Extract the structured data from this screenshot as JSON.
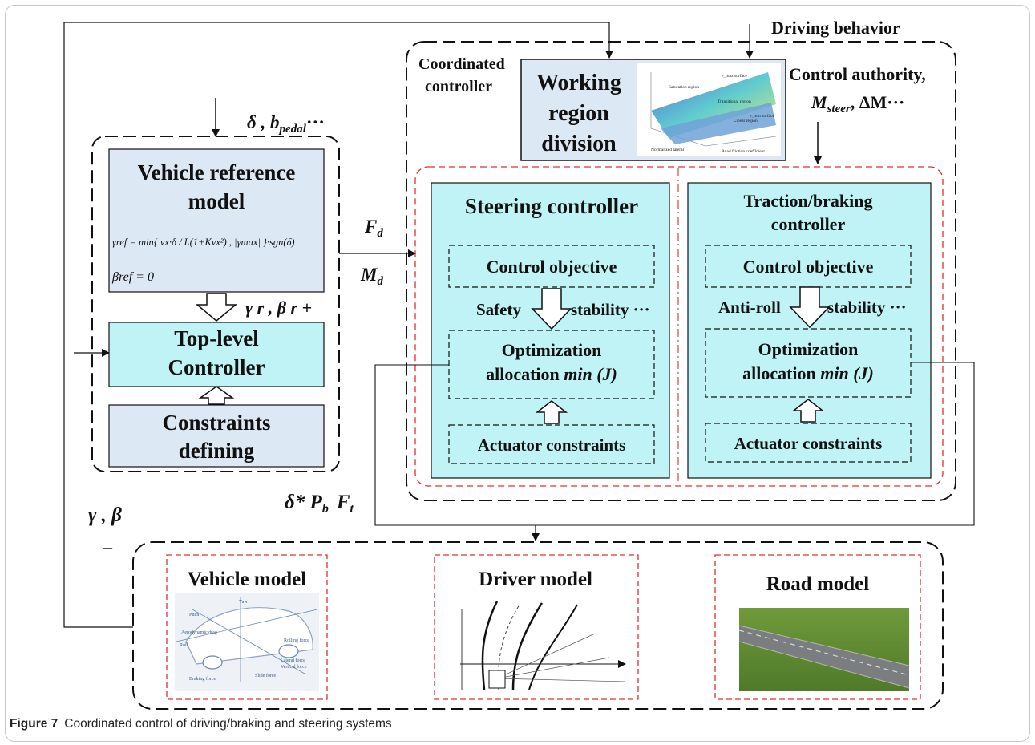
{
  "caption": {
    "label": "Figure 7",
    "text": "Coordinated control of driving/braking and steering systems"
  },
  "labels": {
    "driving_behavior": "Driving behavior",
    "coordinated_controller": [
      "Coordinated",
      "controller"
    ],
    "working_region": [
      "Working",
      "region",
      "division"
    ],
    "control_authority": "Control authority,",
    "m_steer": "M",
    "m_steer_sub": "steer",
    "delta_m": ", ΔM···",
    "input_delta": "δ , b",
    "input_bpedal_sub": "pedal",
    "input_more": "···",
    "vehicle_ref": [
      "Vehicle reference",
      "model"
    ],
    "eq1": "γref = min{ vx·δ / L(1+Kvx²) , |γmax| }·sgn(δ)",
    "eq2": "βref = 0",
    "gamma_beta_r": "γ r , β r +",
    "top_level": [
      "Top-level",
      "Controller"
    ],
    "constraints": [
      "Constraints",
      "defining"
    ],
    "fd": "F",
    "fd_sub": "d",
    "md": "M",
    "md_sub": "d",
    "steering_title": "Steering controller",
    "traction_title": [
      "Traction/braking",
      "controller"
    ],
    "control_objective": "Control objective",
    "safety": "Safety",
    "stability": "stability ···",
    "anti_roll": "Anti-roll",
    "optimization": [
      "Optimization",
      "allocation "
    ],
    "min_j": "min (J)",
    "actuator": "Actuator constraints",
    "outputs": "δ* P",
    "outputs_pb_sub": "b",
    "outputs_ft": "F",
    "outputs_ft_sub": "t",
    "gamma_beta": "γ , β",
    "minus": "–",
    "vehicle_model": "Vehicle  model",
    "driver_model": "Driver model",
    "road_model": "Road model"
  },
  "graph_labels": {
    "surface_top": "e_max surface",
    "surface_bottom": "e_min surface",
    "region_top": "Saturation region",
    "region_mid": "Transitional region",
    "region_bottom": "Linear region",
    "x_axis": "Normalized lateral",
    "y_axis": "Road friction coefficient"
  },
  "car_labels": [
    "Yaw",
    "Pitch",
    "Roll",
    "Vertical force",
    "Lateral force",
    "Rolling force",
    "Braking force",
    "Aerodynamic drag",
    "Slide force"
  ],
  "colors": {
    "ref_box": "#dde8f5",
    "cyan_box": "#bff3f6",
    "red_dash": "#e03030",
    "black": "#111111"
  }
}
